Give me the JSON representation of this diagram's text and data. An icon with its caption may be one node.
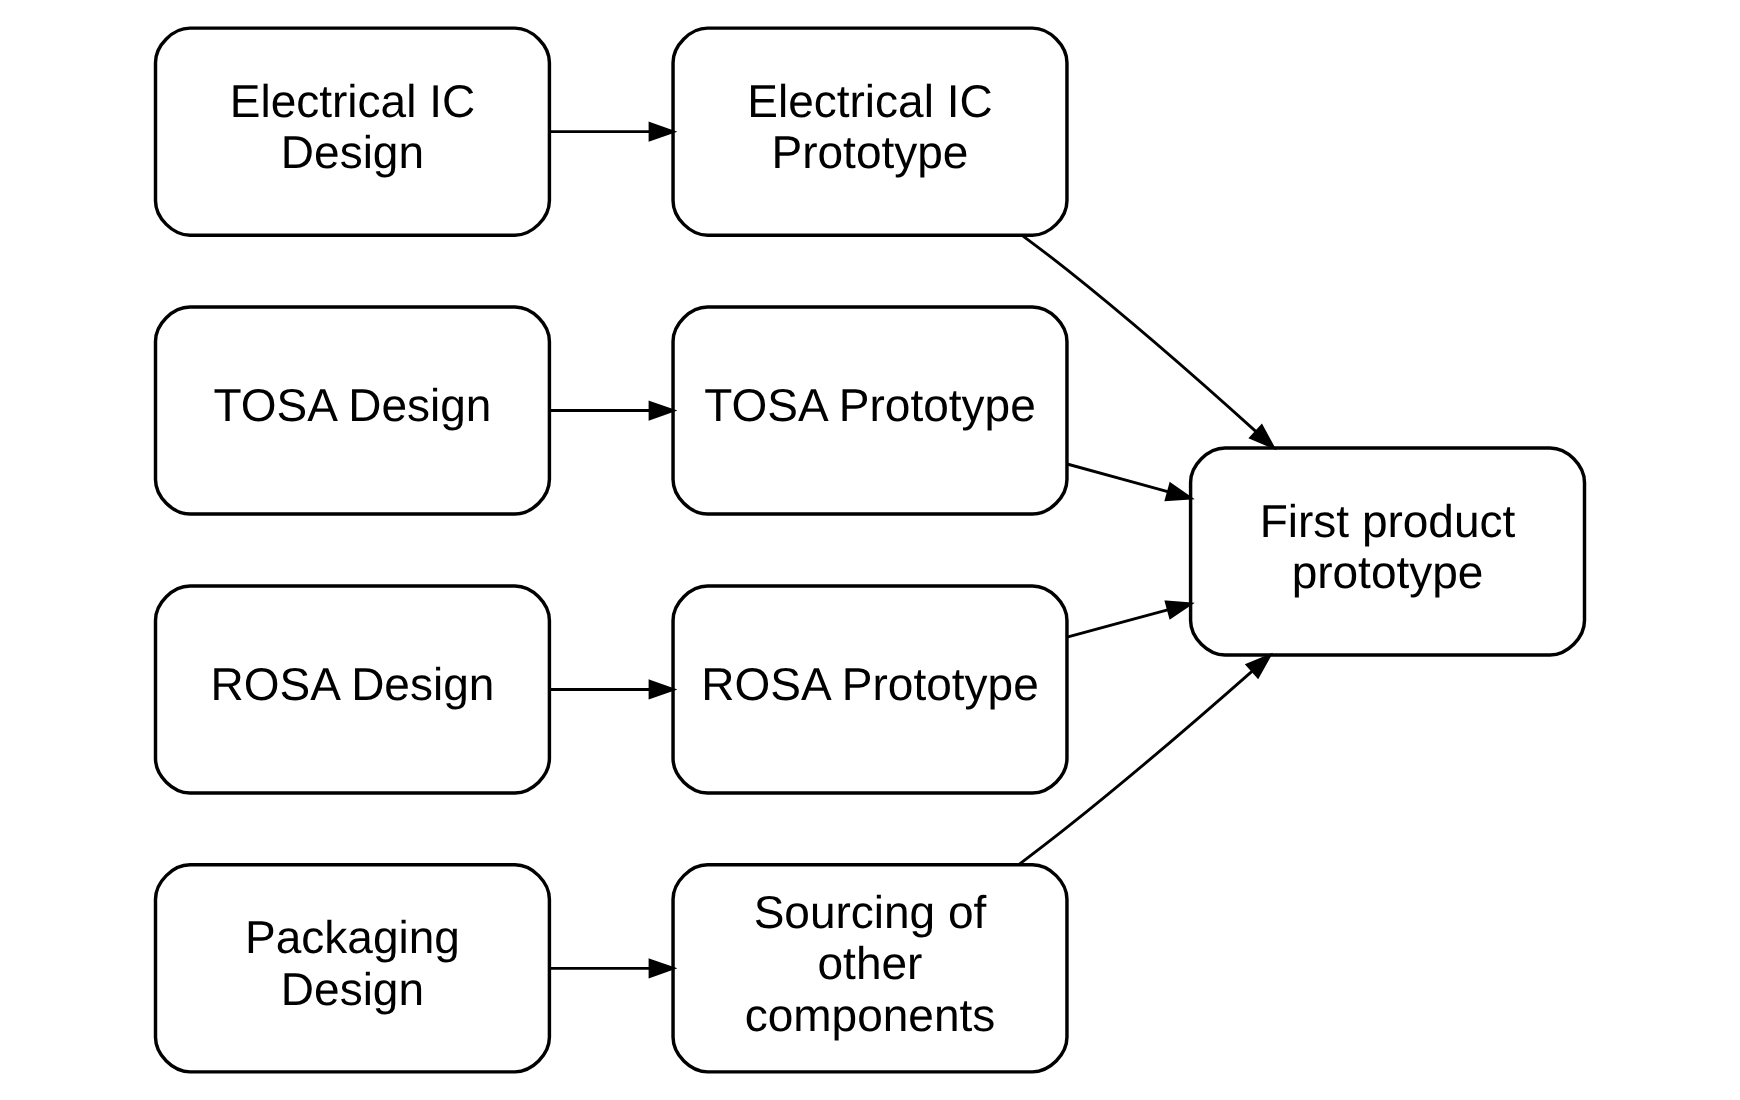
{
  "diagram": {
    "nodes": [
      {
        "text": [
          "Electrical IC Design"
        ]
      },
      {
        "text": [
          "Electrical IC Prototype"
        ]
      },
      {
        "text": [
          "TOSA Design"
        ]
      },
      {
        "text": [
          "TOSA Prototype"
        ]
      },
      {
        "text": [
          "ROSA Design"
        ]
      },
      {
        "text": [
          "ROSA Prototype"
        ]
      },
      {
        "text": [
          "Packaging Design"
        ]
      },
      {
        "text": [
          "Sourcing of other components"
        ]
      },
      {
        "text": [
          "First product prototype"
        ]
      }
    ],
    "edges": [
      {
        "from": 0,
        "to": 1,
        "arrow": "to"
      },
      {
        "from": 2,
        "to": 3,
        "arrow": "to"
      },
      {
        "from": 4,
        "to": 5,
        "arrow": "to"
      },
      {
        "from": 6,
        "to": 7,
        "arrow": "to"
      },
      {
        "from": 1,
        "to": 8,
        "arrow": "to"
      },
      {
        "from": 3,
        "to": 8,
        "arrow": "to"
      },
      {
        "from": 5,
        "to": 8,
        "arrow": "to"
      },
      {
        "from": 7,
        "to": 8,
        "arrow": "to"
      }
    ]
  }
}
